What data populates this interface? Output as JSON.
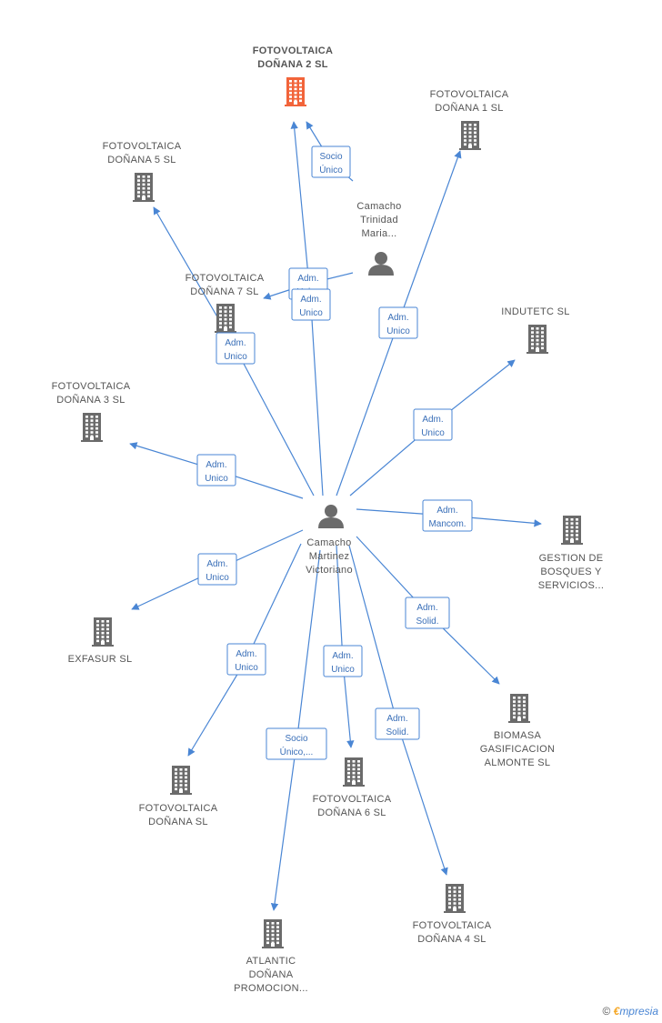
{
  "colors": {
    "edge": "#4a86d4",
    "edge_text": "#3a6fb8",
    "company_icon": "#6b6b6b",
    "focus_company_icon": "#f2643a",
    "person_icon": "#6b6b6b",
    "node_text": "#555555"
  },
  "nodes": [
    {
      "id": "fotovoltaica2",
      "type": "company",
      "focus": true,
      "label": [
        "FOTOVOLTAICA",
        "DOÑANA 2 SL"
      ]
    },
    {
      "id": "fotovoltaica1",
      "type": "company",
      "label": [
        "FOTOVOLTAICA",
        "DOÑANA 1 SL"
      ]
    },
    {
      "id": "fotovoltaica5",
      "type": "company",
      "label": [
        "FOTOVOLTAICA",
        "DOÑANA 5 SL"
      ]
    },
    {
      "id": "camacho_trinidad",
      "type": "person",
      "label": [
        "Camacho",
        "Trinidad",
        "Maria..."
      ]
    },
    {
      "id": "fotovoltaica7",
      "type": "company",
      "label": [
        "FOTOVOLTAICA",
        "DOÑANA 7 SL"
      ]
    },
    {
      "id": "indutetc",
      "type": "company",
      "label": [
        "INDUTETC SL"
      ]
    },
    {
      "id": "fotovoltaica3",
      "type": "company",
      "label": [
        "FOTOVOLTAICA",
        "DOÑANA 3  SL"
      ]
    },
    {
      "id": "camacho_martinez",
      "type": "person",
      "label": [
        "Camacho",
        "Martinez",
        "Victoriano"
      ]
    },
    {
      "id": "gestion_bosques",
      "type": "company",
      "label": [
        "GESTION DE",
        "BOSQUES Y",
        "SERVICIOS..."
      ]
    },
    {
      "id": "exfasur",
      "type": "company",
      "label": [
        "EXFASUR SL"
      ]
    },
    {
      "id": "biomasa",
      "type": "company",
      "label": [
        "BIOMASA",
        "GASIFICACION",
        "ALMONTE SL"
      ]
    },
    {
      "id": "fotovoltaica_sl",
      "type": "company",
      "label": [
        "FOTOVOLTAICA",
        "DOÑANA SL"
      ]
    },
    {
      "id": "fotovoltaica6",
      "type": "company",
      "label": [
        "FOTOVOLTAICA",
        "DOÑANA 6  SL"
      ]
    },
    {
      "id": "fotovoltaica4",
      "type": "company",
      "label": [
        "FOTOVOLTAICA",
        "DOÑANA 4 SL"
      ]
    },
    {
      "id": "atlantic",
      "type": "company",
      "label": [
        "ATLANTIC",
        "DOÑANA",
        "PROMOCION..."
      ]
    }
  ],
  "edges": [
    {
      "from": "camacho_trinidad",
      "to": "fotovoltaica2",
      "label": [
        "Socio",
        "Único"
      ]
    },
    {
      "from": "camacho_trinidad",
      "to": "fotovoltaica7",
      "label": [
        "Adm.",
        "Unico"
      ]
    },
    {
      "from": "camacho_martinez",
      "to": "fotovoltaica2",
      "label": [
        "Adm.",
        "Unico"
      ]
    },
    {
      "from": "camacho_martinez",
      "to": "fotovoltaica1",
      "label": [
        "Adm.",
        "Unico"
      ]
    },
    {
      "from": "camacho_martinez",
      "to": "fotovoltaica5",
      "label": [
        "Adm.",
        "Unico"
      ]
    },
    {
      "from": "camacho_martinez",
      "to": "indutetc",
      "label": [
        "Adm.",
        "Unico"
      ]
    },
    {
      "from": "camacho_martinez",
      "to": "fotovoltaica3",
      "label": [
        "Adm.",
        "Unico"
      ]
    },
    {
      "from": "camacho_martinez",
      "to": "gestion_bosques",
      "label": [
        "Adm.",
        "Mancom."
      ]
    },
    {
      "from": "camacho_martinez",
      "to": "exfasur",
      "label": [
        "Adm.",
        "Unico"
      ]
    },
    {
      "from": "camacho_martinez",
      "to": "biomasa",
      "label": [
        "Adm.",
        "Solid."
      ]
    },
    {
      "from": "camacho_martinez",
      "to": "fotovoltaica_sl",
      "label": [
        "Adm.",
        "Unico"
      ]
    },
    {
      "from": "camacho_martinez",
      "to": "fotovoltaica6",
      "label": [
        "Adm.",
        "Unico"
      ]
    },
    {
      "from": "camacho_martinez",
      "to": "fotovoltaica4",
      "label": [
        "Adm.",
        "Solid."
      ]
    },
    {
      "from": "camacho_martinez",
      "to": "atlantic",
      "label": [
        "Socio",
        "Único,..."
      ]
    }
  ],
  "credit": {
    "symbol": "©",
    "brand_initial": "€",
    "brand_rest": "mpresia"
  }
}
